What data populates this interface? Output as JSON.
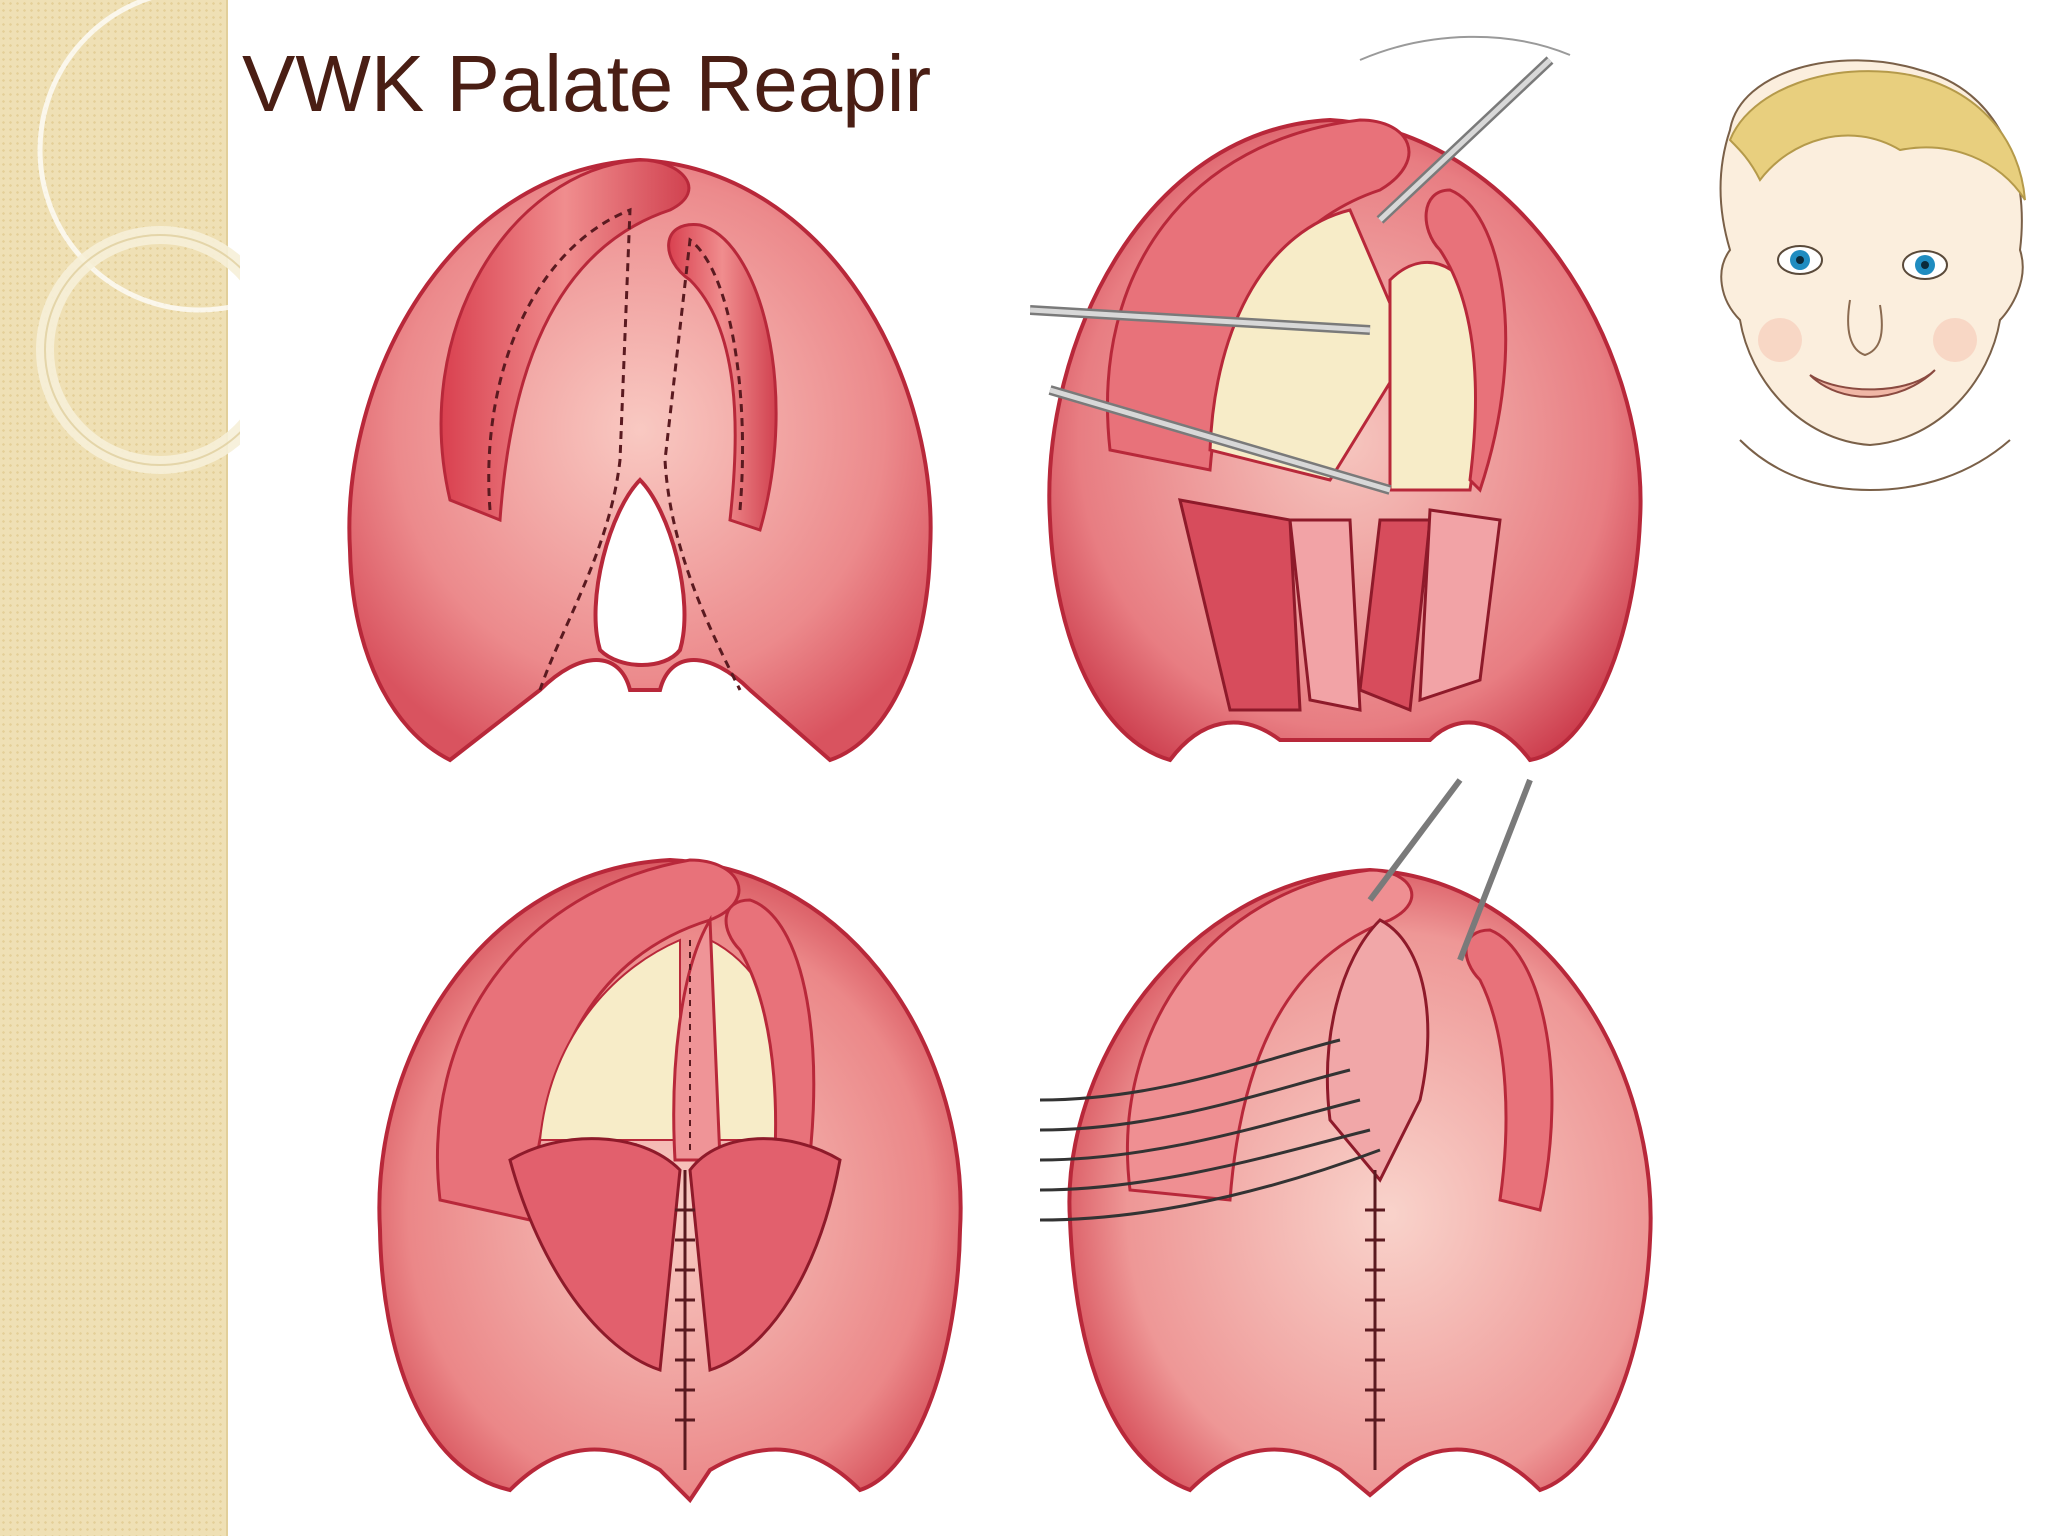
{
  "slide": {
    "title": "VWK Palate Reapir"
  },
  "illustrations": [
    {
      "name": "palate-incision-diagram"
    },
    {
      "name": "palate-flap-elevation-diagram"
    },
    {
      "name": "palate-closure-diagram"
    },
    {
      "name": "palate-suturing-diagram"
    },
    {
      "name": "baby-face-sketch"
    }
  ],
  "colors": {
    "sidebar": "#efe0b5",
    "title": "#4a1e14",
    "tissue": "#e8727a",
    "tissue_dark": "#b8283a",
    "bone": "#f7ecc8"
  }
}
